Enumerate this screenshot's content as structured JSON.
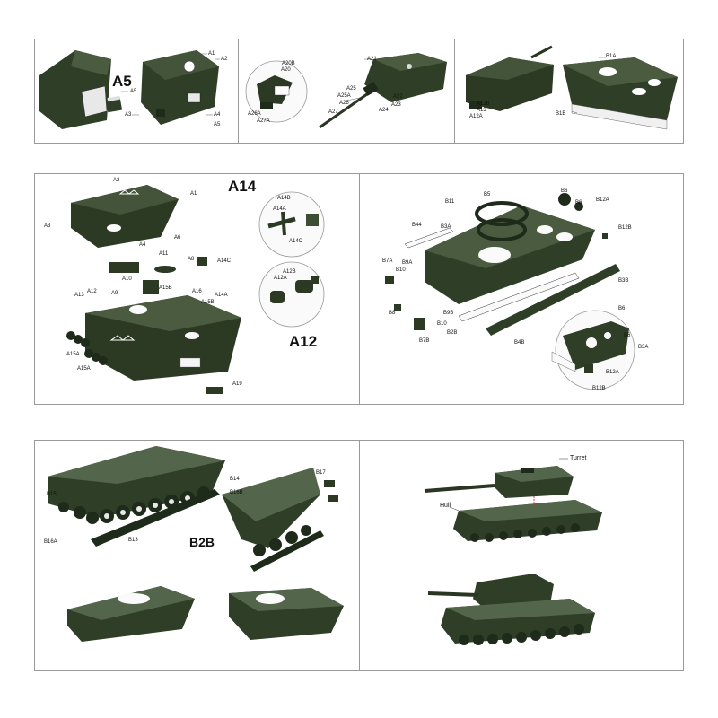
{
  "colors": {
    "tank_dark": "#2c3a24",
    "tank_mid": "#3d4d33",
    "tank_light": "#53654a",
    "frame": "#9a9a9a",
    "leader": "#c81e1e"
  },
  "row1": {
    "step_a5": {
      "title": "A5",
      "parts": [
        "A5",
        "A1",
        "A2",
        "A3",
        "A4",
        "A5"
      ]
    },
    "step_turret_gun": {
      "parts": [
        "A21",
        "A20B",
        "A20",
        "A22",
        "A23",
        "A24",
        "A25",
        "A25A",
        "A26",
        "A26A",
        "A27",
        "A27A"
      ]
    },
    "step_hull_top": {
      "parts": [
        "B1A",
        "A12B",
        "A13",
        "A12A",
        "B1B"
      ]
    }
  },
  "row2": {
    "left": {
      "title_a14": "A14",
      "title_a12": "A12",
      "parts": [
        "A2",
        "A1",
        "A3",
        "A4",
        "A6",
        "A11",
        "A8",
        "A14C",
        "A10",
        "A15B",
        "A16",
        "A14A",
        "A12",
        "A9",
        "A15B",
        "A13",
        "A15A",
        "A15A",
        "A19",
        "A14B",
        "A14A",
        "A14C",
        "A12B",
        "A12A"
      ]
    },
    "right": {
      "parts": [
        "B11",
        "B5",
        "B6",
        "B6",
        "B12A",
        "B44",
        "B3A",
        "B12B",
        "B7A",
        "B9A",
        "B10",
        "B3B",
        "B8",
        "B9B",
        "B10",
        "B4B",
        "B2B",
        "B7B",
        "B6",
        "B6",
        "B3A",
        "B12A",
        "B12B"
      ]
    }
  },
  "row3": {
    "left": {
      "title_b2b": "B2B",
      "parts": [
        "B14",
        "B15",
        "B16B",
        "B16A",
        "B13",
        "B17"
      ]
    },
    "right": {
      "parts": [
        "Turret",
        "Hull"
      ]
    }
  }
}
